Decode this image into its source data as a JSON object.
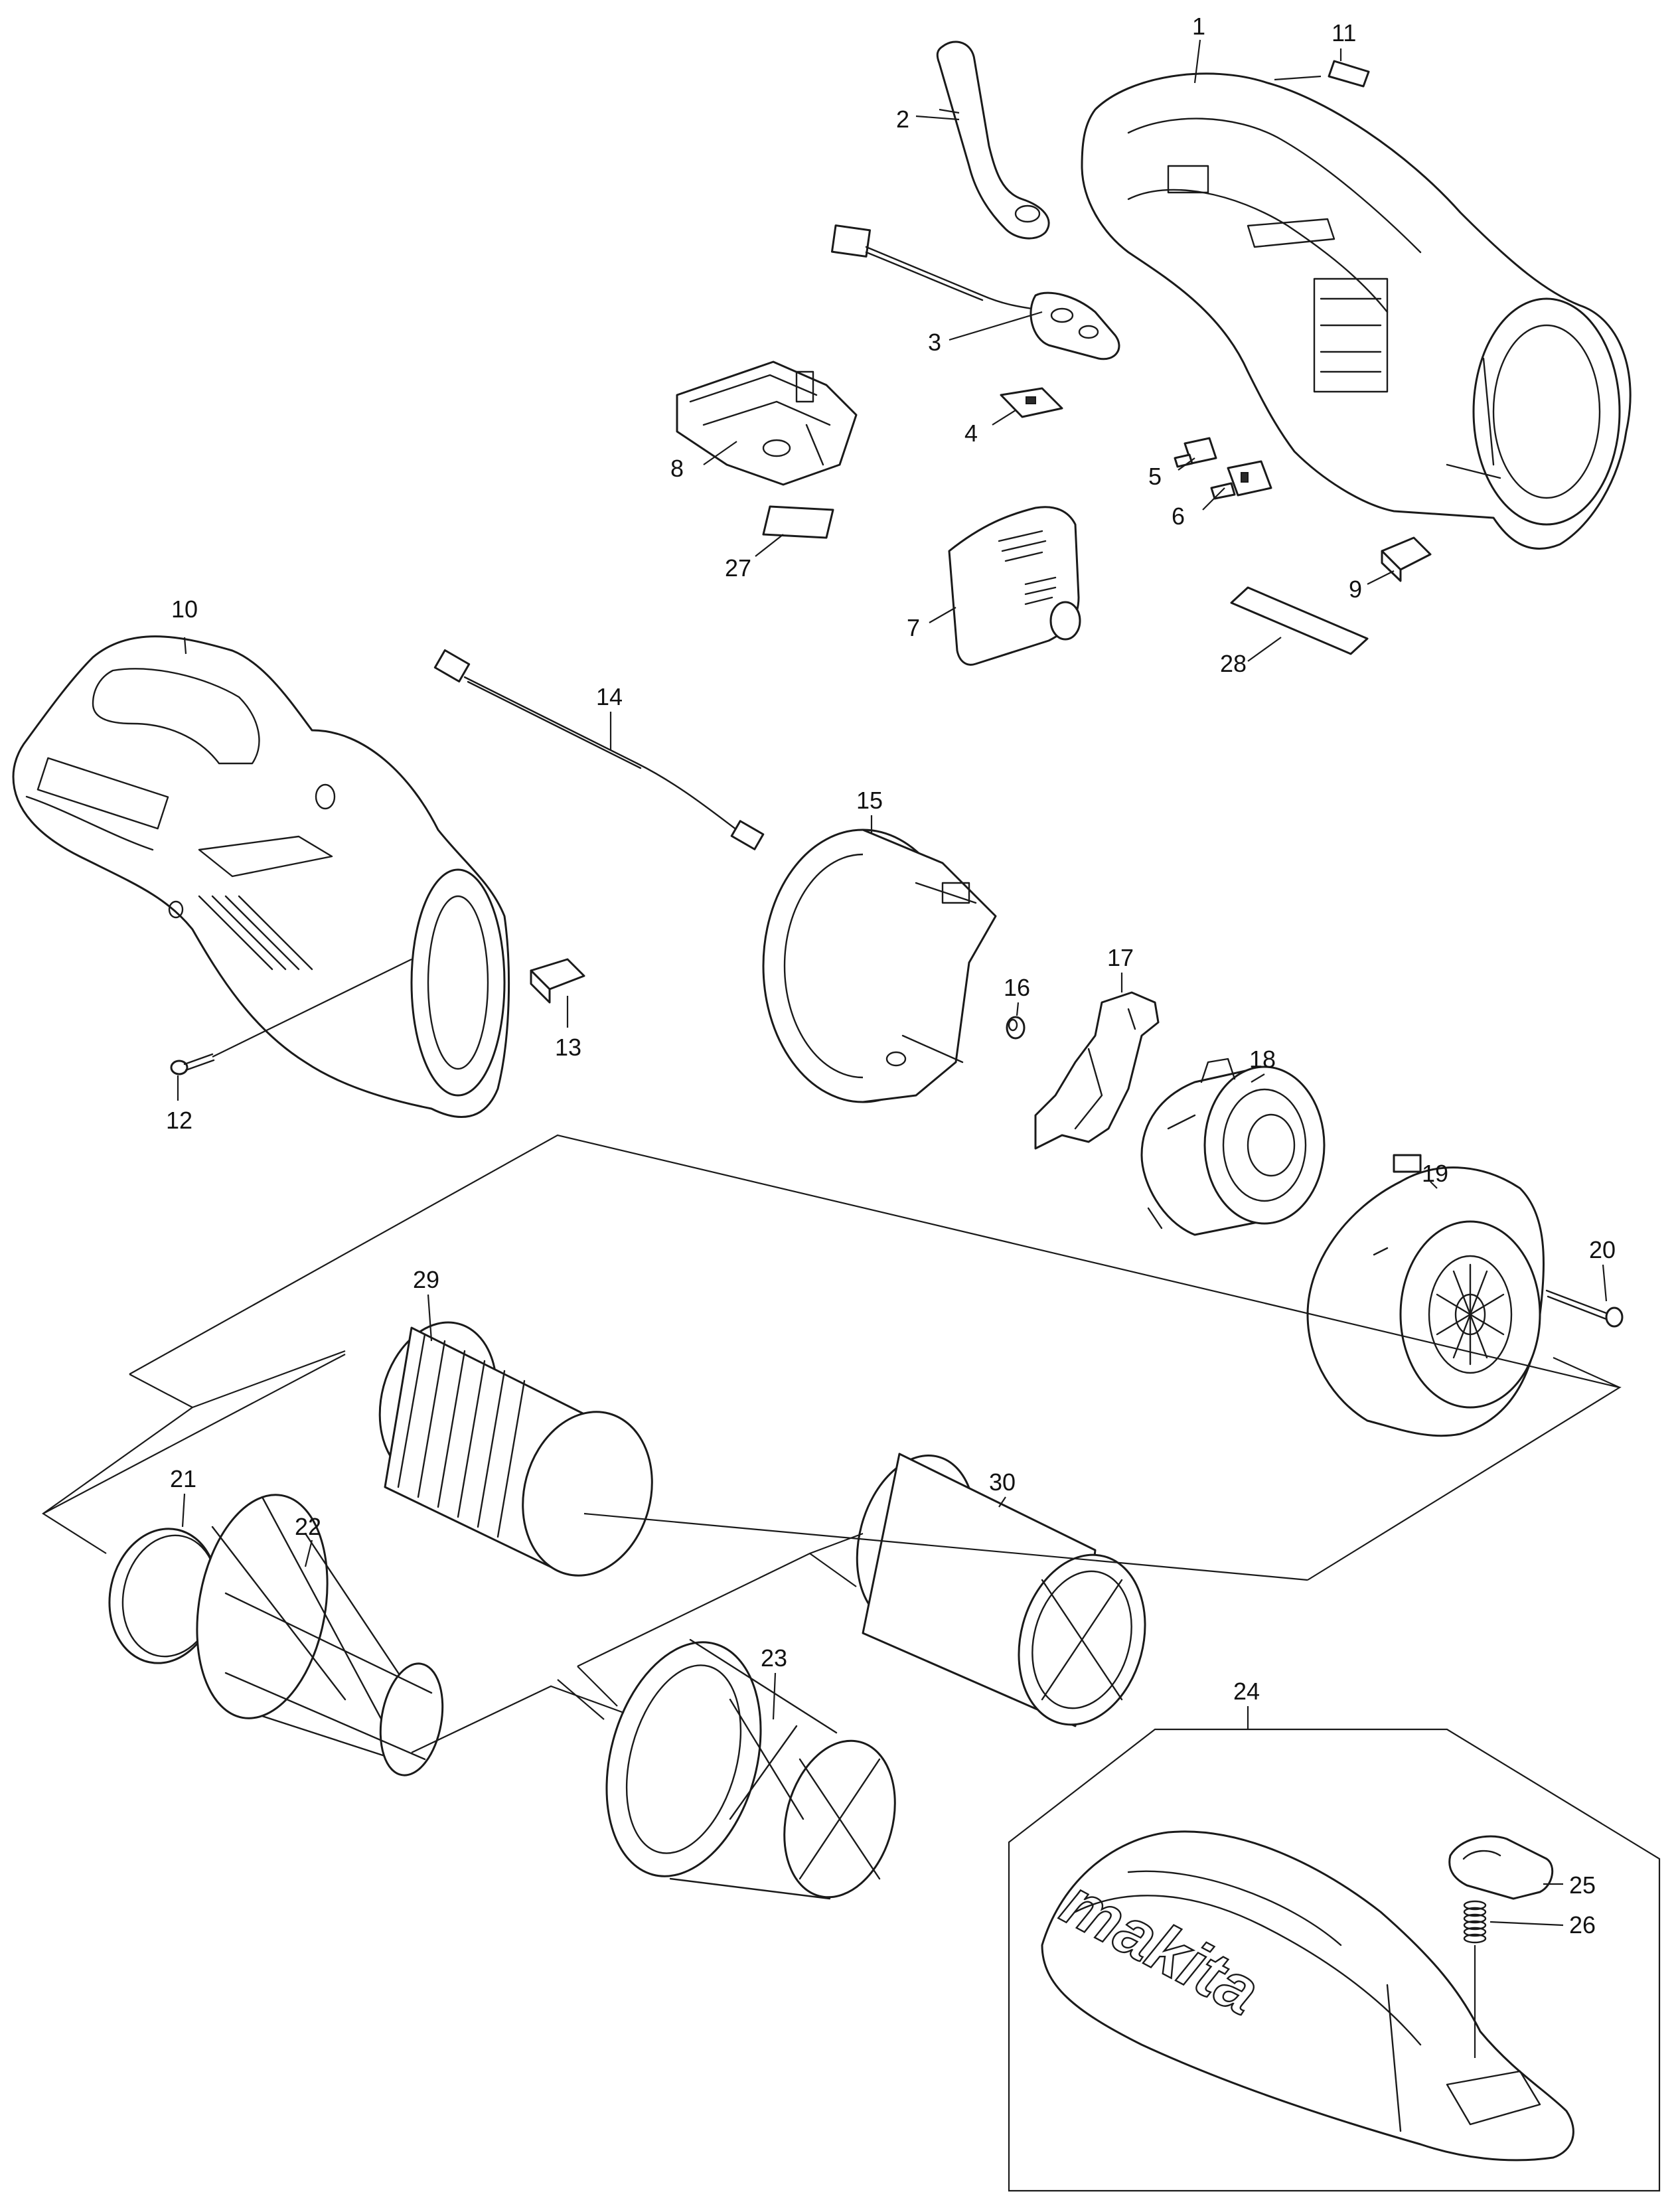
{
  "brand_logo": "makita",
  "callouts": [
    {
      "id": "c1",
      "label": "1"
    },
    {
      "id": "c2",
      "label": "2"
    },
    {
      "id": "c3",
      "label": "3"
    },
    {
      "id": "c4",
      "label": "4"
    },
    {
      "id": "c5",
      "label": "5"
    },
    {
      "id": "c6",
      "label": "6"
    },
    {
      "id": "c7",
      "label": "7"
    },
    {
      "id": "c8",
      "label": "8"
    },
    {
      "id": "c9",
      "label": "9"
    },
    {
      "id": "c10",
      "label": "10"
    },
    {
      "id": "c11",
      "label": "11"
    },
    {
      "id": "c12",
      "label": "12"
    },
    {
      "id": "c13",
      "label": "13"
    },
    {
      "id": "c14",
      "label": "14"
    },
    {
      "id": "c15",
      "label": "15"
    },
    {
      "id": "c16",
      "label": "16"
    },
    {
      "id": "c17",
      "label": "17"
    },
    {
      "id": "c18",
      "label": "18"
    },
    {
      "id": "c19",
      "label": "19"
    },
    {
      "id": "c20",
      "label": "20"
    },
    {
      "id": "c21",
      "label": "21"
    },
    {
      "id": "c22",
      "label": "22"
    },
    {
      "id": "c23",
      "label": "23"
    },
    {
      "id": "c24",
      "label": "24"
    },
    {
      "id": "c25",
      "label": "25"
    },
    {
      "id": "c26",
      "label": "26"
    },
    {
      "id": "c27",
      "label": "27"
    },
    {
      "id": "c28",
      "label": "28"
    },
    {
      "id": "c29",
      "label": "29"
    },
    {
      "id": "c30",
      "label": "30"
    }
  ]
}
